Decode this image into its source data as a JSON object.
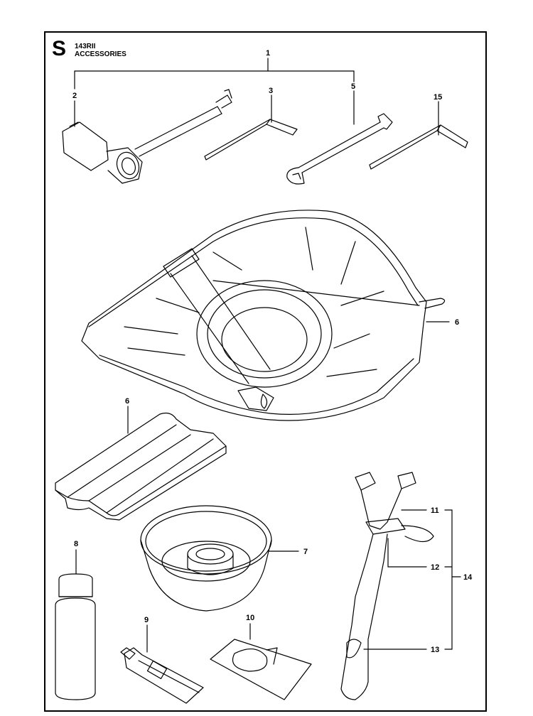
{
  "header": {
    "section": "S",
    "model": "143RII",
    "title": "ACCESSORIES"
  },
  "callouts": [
    "1",
    "2",
    "3",
    "5",
    "15",
    "6",
    "6",
    "8",
    "7",
    "9",
    "10",
    "11",
    "12",
    "13",
    "14"
  ]
}
